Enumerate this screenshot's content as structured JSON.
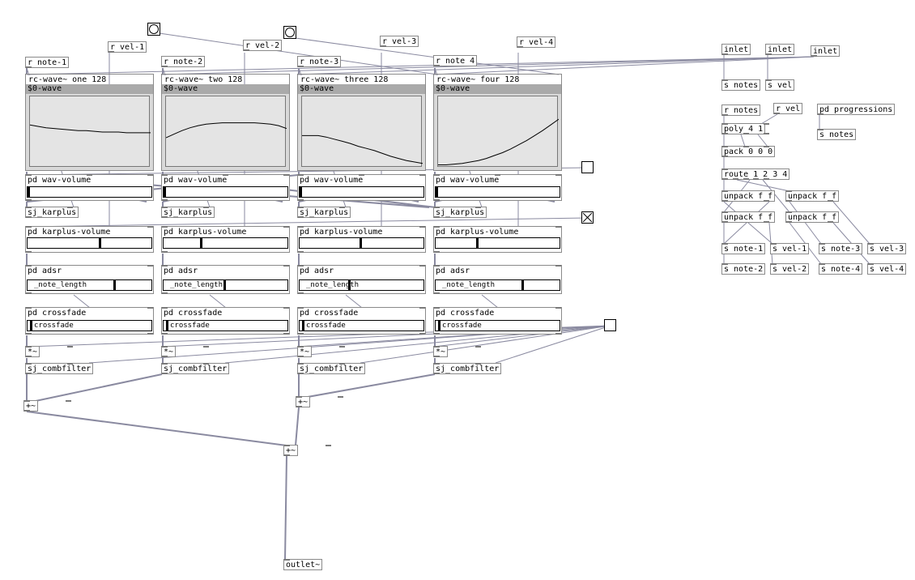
{
  "voices": [
    {
      "note": "r note-1",
      "vel": "r vel-1",
      "wave": "rc-wave~ one 128",
      "array": "$0-wave",
      "wavvol": "pd wav-volume",
      "karplus": "sj_karplus",
      "kvol": "pd karplus-volume",
      "adsr": "pd adsr",
      "note_length": "_note_length",
      "crossfade": "pd crossfade",
      "cf_label": "crossfade",
      "mul": "*~",
      "comb": "sj_combfilter"
    },
    {
      "note": "r note-2",
      "vel": "r vel-2",
      "wave": "rc-wave~ two 128",
      "array": "$0-wave",
      "wavvol": "pd wav-volume",
      "karplus": "sj_karplus",
      "kvol": "pd karplus-volume",
      "adsr": "pd adsr",
      "note_length": "_note_length",
      "crossfade": "pd crossfade",
      "cf_label": "crossfade",
      "mul": "*~",
      "comb": "sj_combfilter"
    },
    {
      "note": "r note-3",
      "vel": "r vel-3",
      "wave": "rc-wave~ three 128",
      "array": "$0-wave",
      "wavvol": "pd wav-volume",
      "karplus": "sj_karplus",
      "kvol": "pd karplus-volume",
      "adsr": "pd adsr",
      "note_length": "_note_length",
      "crossfade": "pd crossfade",
      "cf_label": "crossfade",
      "mul": "*~",
      "comb": "sj_combfilter"
    },
    {
      "note": "r note 4",
      "vel": "r vel-4",
      "wave": "rc-wave~ four 128",
      "array": "$0-wave",
      "wavvol": "pd wav-volume",
      "karplus": "sj_karplus",
      "kvol": "pd karplus-volume",
      "adsr": "pd adsr",
      "note_length": "_note_length",
      "crossfade": "pd crossfade",
      "cf_label": "crossfade",
      "mul": "*~",
      "comb": "sj_combfilter"
    }
  ],
  "mix": {
    "add1": "+~",
    "add2": "+~",
    "add3": "+~",
    "outlet": "outlet~"
  },
  "router": {
    "inlet1": "inlet",
    "inlet2": "inlet",
    "inlet3": "inlet",
    "s_notes": "s notes",
    "s_vel": "s vel",
    "r_notes": "r notes",
    "r_vel": "r vel",
    "progressions": "pd progressions",
    "s_notes2": "s notes",
    "poly": "poly 4 1",
    "pack": "pack 0 0 0",
    "route": "route 1 2 3 4",
    "unpack1": "unpack f f",
    "unpack2": "unpack f f",
    "unpack3": "unpack f f",
    "unpack4": "unpack f f",
    "s_note1": "s note-1",
    "s_vel1": "s vel-1",
    "s_note3": "s note-3",
    "s_vel3": "s vel-3",
    "s_note2": "s note-2",
    "s_vel2": "s vel-2",
    "s_note4": "s note-4",
    "s_vel4": "s vel-4"
  },
  "levels": {
    "wav": [
      0.0,
      0.0,
      0.0,
      0.0
    ],
    "karplus": [
      0.58,
      0.3,
      0.49,
      0.33
    ],
    "note_length": [
      0.7,
      0.49,
      0.4,
      0.7
    ],
    "crossfade": [
      0.02,
      0.02,
      0.02,
      0.02
    ],
    "toggles": {
      "toggle_1": false,
      "toggle_2": true
    }
  },
  "wave_tables": [
    [
      0.4,
      0.42,
      0.44,
      0.45,
      0.46,
      0.47,
      0.48,
      0.48,
      0.49,
      0.5,
      0.5,
      0.5,
      0.51,
      0.51,
      0.51,
      0.51
    ],
    [
      0.58,
      0.53,
      0.48,
      0.44,
      0.41,
      0.39,
      0.38,
      0.37,
      0.37,
      0.37,
      0.37,
      0.37,
      0.38,
      0.39,
      0.41,
      0.45
    ],
    [
      0.55,
      0.55,
      0.55,
      0.57,
      0.6,
      0.63,
      0.66,
      0.7,
      0.73,
      0.76,
      0.8,
      0.84,
      0.87,
      0.9,
      0.92,
      0.94
    ],
    [
      0.96,
      0.96,
      0.95,
      0.94,
      0.92,
      0.9,
      0.87,
      0.83,
      0.79,
      0.74,
      0.68,
      0.62,
      0.55,
      0.48,
      0.4,
      0.32
    ]
  ],
  "colors": {
    "wire": "#8a8aa0",
    "box": "#8a8a8a",
    "array_bg": "#d9d9d9"
  }
}
